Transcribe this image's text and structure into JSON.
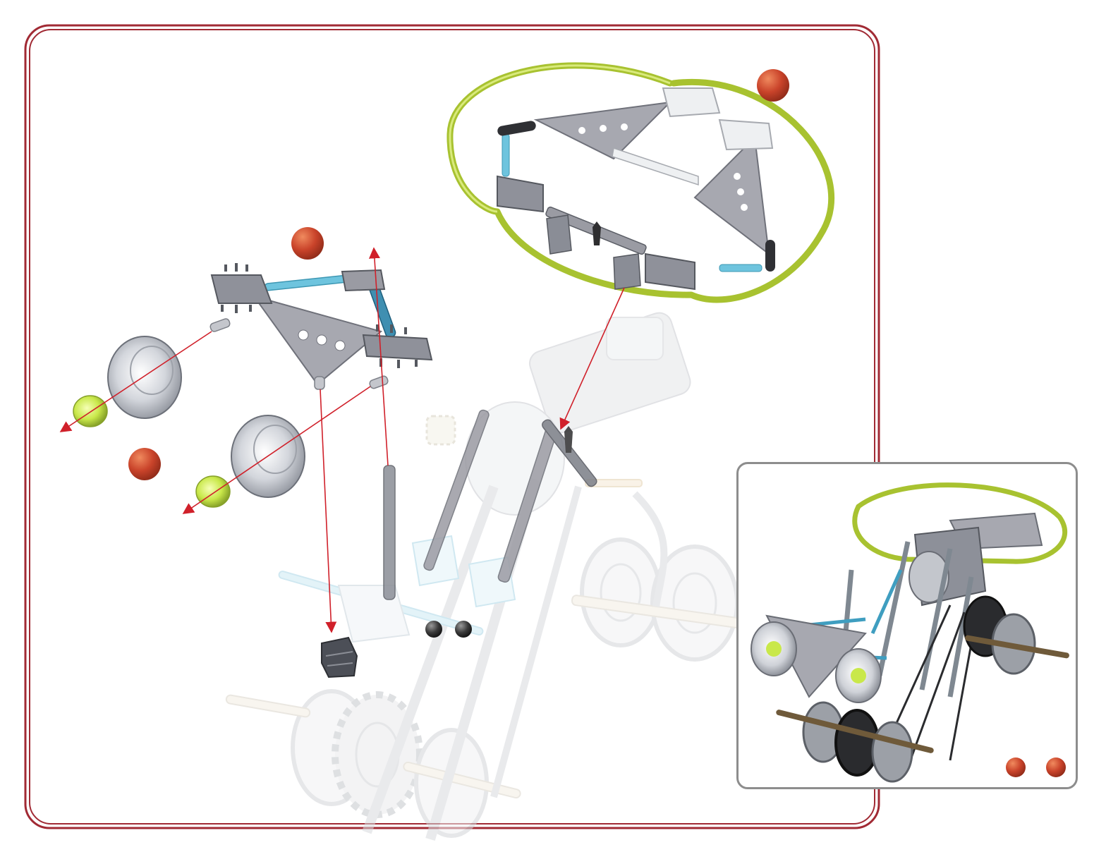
{
  "colors": {
    "frame_border": "#a12a34",
    "inset_border": "#8d8d8d",
    "marker_red": "#c9432a",
    "marker_dark": "#3a3a3a",
    "arrow": "#d0202a",
    "flex_rod": "#a8c230",
    "rod_blue": "#6ec4de",
    "part_grey": "#9a9ba3"
  },
  "step": {
    "callouts": [
      {
        "id": "steering-wheel-part",
        "color": "red"
      },
      {
        "id": "bracket-part",
        "color": "red"
      },
      {
        "id": "headlight-part",
        "color": "red"
      },
      {
        "id": "connector-1",
        "color": "dark"
      },
      {
        "id": "connector-2",
        "color": "dark"
      }
    ],
    "inset_callouts": [
      {
        "id": "inset-marker-1",
        "color": "red"
      },
      {
        "id": "inset-marker-2",
        "color": "red"
      }
    ]
  }
}
